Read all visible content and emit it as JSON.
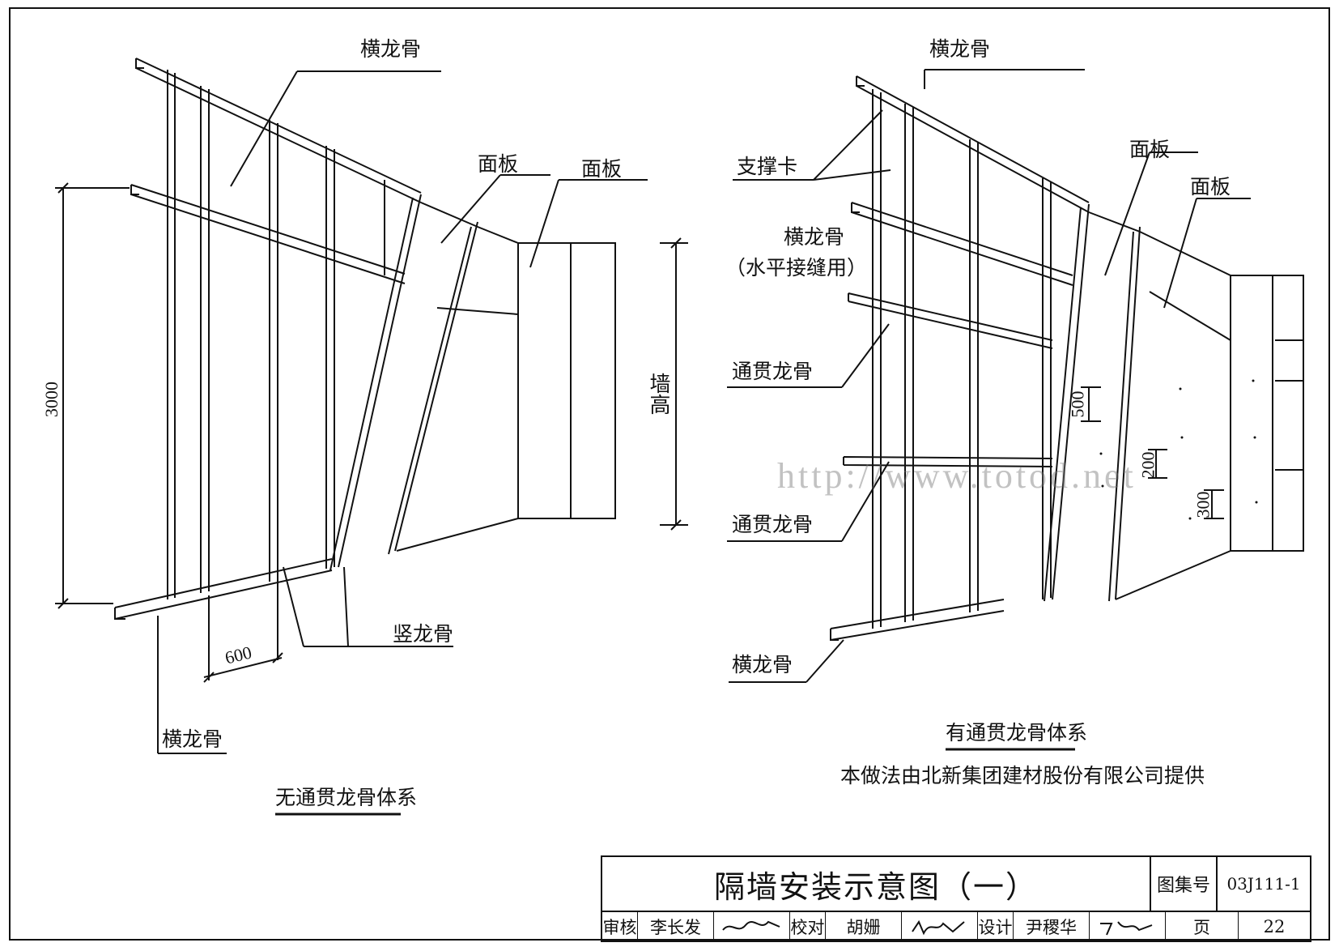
{
  "left": {
    "labels": {
      "top_runner": "横龙骨",
      "panel": "面板",
      "panel2": "面板",
      "stud": "竖龙骨",
      "bottom_runner": "横龙骨"
    },
    "dims": {
      "height": "3000",
      "spacing": "600",
      "wall_height": "墙高"
    },
    "caption": "无通贯龙骨体系"
  },
  "right": {
    "labels": {
      "top_runner": "横龙骨",
      "brace": "支撑卡",
      "horiz_runner": "横龙骨",
      "horiz_runner_note": "（水平接缝用）",
      "channel1": "通贯龙骨",
      "channel2": "通贯龙骨",
      "bottom_runner": "横龙骨",
      "panel": "面板",
      "panel2": "面板"
    },
    "dims": {
      "d500": "500",
      "d200": "200",
      "d300": "300"
    },
    "caption": "有通贯龙骨体系",
    "credit": "本做法由北新集团建材股份有限公司提供"
  },
  "watermark": "http://www.totod.net",
  "title_block": {
    "title": "隔墙安装示意图（一）",
    "atlas_label": "图集号",
    "atlas_no": "03J111-1",
    "review_label": "审核",
    "reviewer": "李长发",
    "check_label": "校对",
    "checker": "胡姗",
    "design_label": "设计",
    "designer": "尹稷华",
    "page_label": "页",
    "page_no": "22"
  }
}
